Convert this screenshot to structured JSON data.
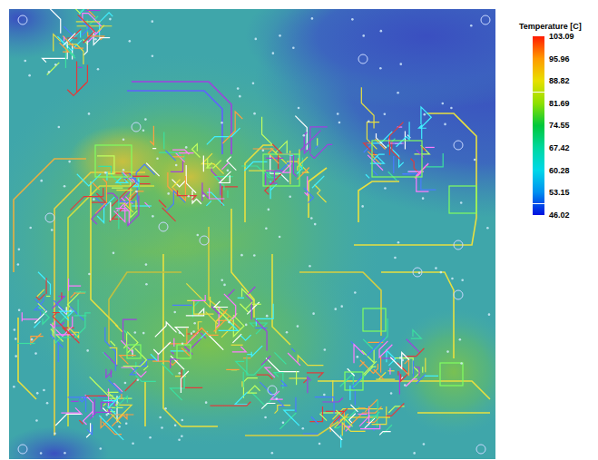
{
  "diagram": {
    "labels": [
      "Temperature [C]"
    ],
    "legend": [
      {
        "text": "103.09",
        "color": "#ff1a00"
      },
      {
        "text": "95.96",
        "color": "#ff9a00"
      },
      {
        "text": "88.82",
        "color": "#e8e000"
      },
      {
        "text": "81.69",
        "color": "#8ee000"
      },
      {
        "text": "74.55",
        "color": "#00c83c"
      },
      {
        "text": "67.42",
        "color": "#00d8a0"
      },
      {
        "text": "60.28",
        "color": "#00d8e8"
      },
      {
        "text": "53.15",
        "color": "#0090f0"
      },
      {
        "text": "46.02",
        "color": "#0010e0"
      }
    ]
  }
}
